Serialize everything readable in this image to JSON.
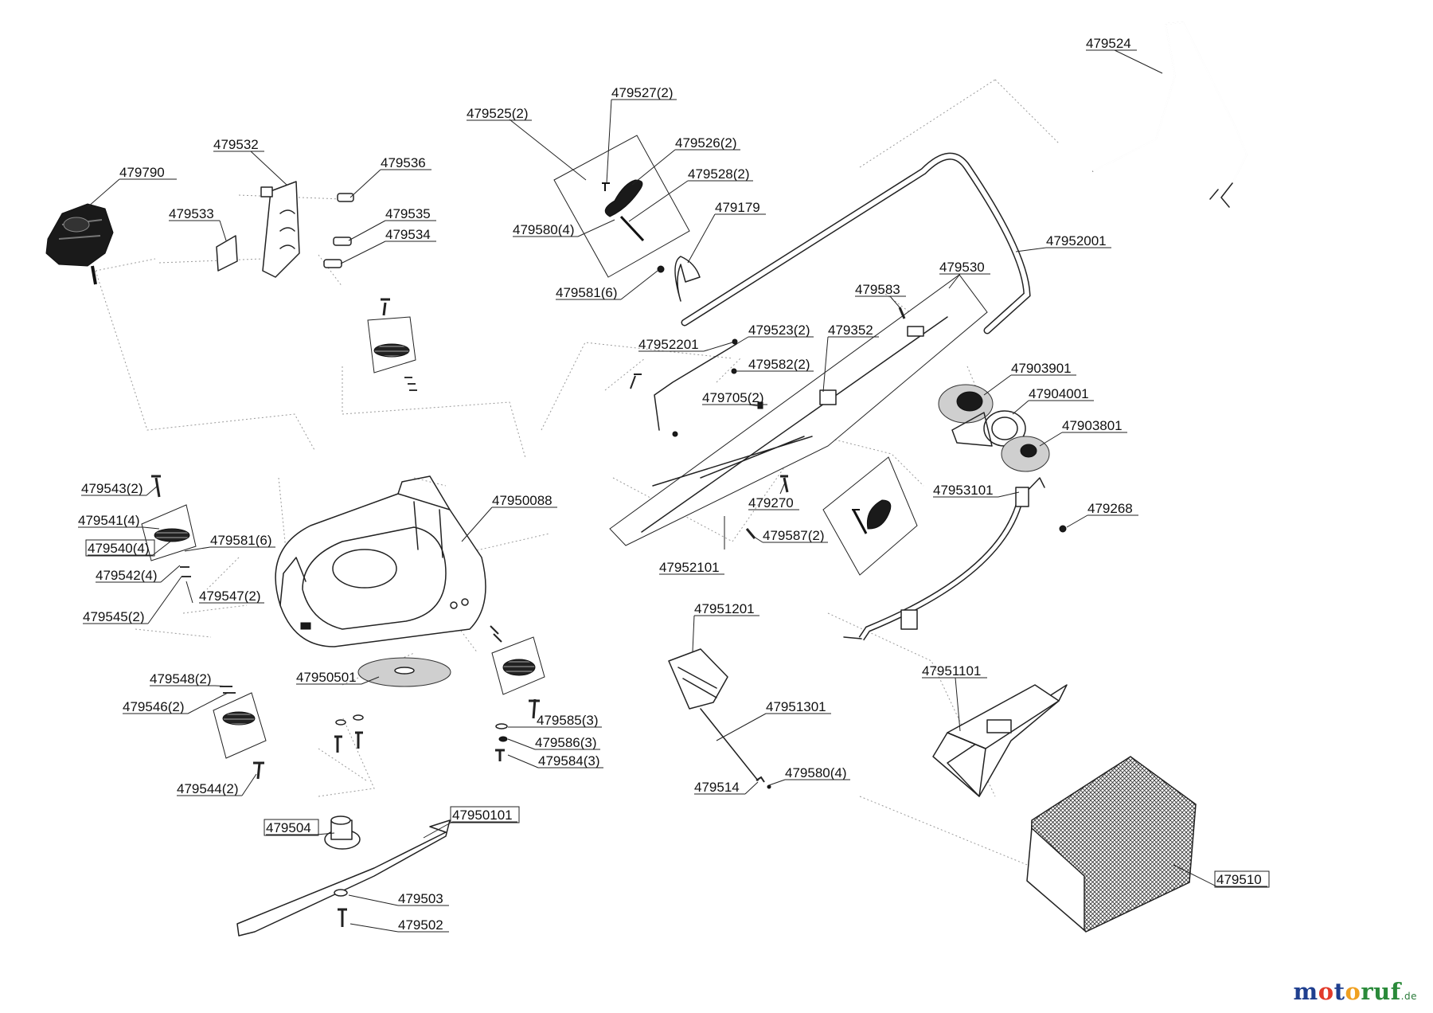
{
  "parts": [
    {
      "id": "p479790",
      "label": "479790"
    },
    {
      "id": "p479532",
      "label": "479532"
    },
    {
      "id": "p479533",
      "label": "479533"
    },
    {
      "id": "p479536",
      "label": "479536"
    },
    {
      "id": "p479535",
      "label": "479535"
    },
    {
      "id": "p479534",
      "label": "479534"
    },
    {
      "id": "p479525",
      "label": "479525(2)"
    },
    {
      "id": "p479527",
      "label": "479527(2)"
    },
    {
      "id": "p479526",
      "label": "479526(2)"
    },
    {
      "id": "p479528",
      "label": "479528(2)"
    },
    {
      "id": "p479580a",
      "label": "479580(4)"
    },
    {
      "id": "p479581a",
      "label": "479581(6)"
    },
    {
      "id": "p479179",
      "label": "479179"
    },
    {
      "id": "p479524",
      "label": "479524"
    },
    {
      "id": "p47952001",
      "label": "47952001"
    },
    {
      "id": "p479530",
      "label": "479530"
    },
    {
      "id": "p479583",
      "label": "479583"
    },
    {
      "id": "p479523",
      "label": "479523(2)"
    },
    {
      "id": "p479352",
      "label": "479352"
    },
    {
      "id": "p47952201",
      "label": "47952201"
    },
    {
      "id": "p479582",
      "label": "479582(2)"
    },
    {
      "id": "p479705",
      "label": "479705(2)"
    },
    {
      "id": "p47903901",
      "label": "47903901"
    },
    {
      "id": "p47904001",
      "label": "47904001"
    },
    {
      "id": "p47903801",
      "label": "47903801"
    },
    {
      "id": "p479543",
      "label": "479543(2)"
    },
    {
      "id": "p479541",
      "label": "479541(4)"
    },
    {
      "id": "p479540",
      "label": "479540(4)"
    },
    {
      "id": "p479581b",
      "label": "479581(6)"
    },
    {
      "id": "p479542",
      "label": "479542(4)"
    },
    {
      "id": "p479545",
      "label": "479545(2)"
    },
    {
      "id": "p479547",
      "label": "479547(2)"
    },
    {
      "id": "p47950088",
      "label": "47950088"
    },
    {
      "id": "p479270",
      "label": "479270"
    },
    {
      "id": "p479587",
      "label": "479587(2)"
    },
    {
      "id": "p47953101",
      "label": "47953101"
    },
    {
      "id": "p479268",
      "label": "479268"
    },
    {
      "id": "p47952101",
      "label": "47952101"
    },
    {
      "id": "p47951201",
      "label": "47951201"
    },
    {
      "id": "p479548",
      "label": "479548(2)"
    },
    {
      "id": "p47950501",
      "label": "47950501"
    },
    {
      "id": "p479546",
      "label": "479546(2)"
    },
    {
      "id": "p479585",
      "label": "479585(3)"
    },
    {
      "id": "p479586",
      "label": "479586(3)"
    },
    {
      "id": "p479584",
      "label": "479584(3)"
    },
    {
      "id": "p47951301",
      "label": "47951301"
    },
    {
      "id": "p47951101",
      "label": "47951101"
    },
    {
      "id": "p479544",
      "label": "479544(2)"
    },
    {
      "id": "p479514",
      "label": "479514"
    },
    {
      "id": "p479580b",
      "label": "479580(4)"
    },
    {
      "id": "p479504",
      "label": "479504"
    },
    {
      "id": "p47950101",
      "label": "47950101"
    },
    {
      "id": "p479503",
      "label": "479503"
    },
    {
      "id": "p479502",
      "label": "479502"
    },
    {
      "id": "p479510",
      "label": "479510"
    }
  ],
  "watermark": {
    "prefix": "moto",
    "suffix_word": "ruf",
    "tld": ".de",
    "colors": {
      "m": "#1f3f8f",
      "o1": "#e23a2a",
      "t": "#1f3f8f",
      "o2": "#f0a020",
      "ruf": "#2a8a3a",
      "tld": "#2a7a3a"
    }
  }
}
